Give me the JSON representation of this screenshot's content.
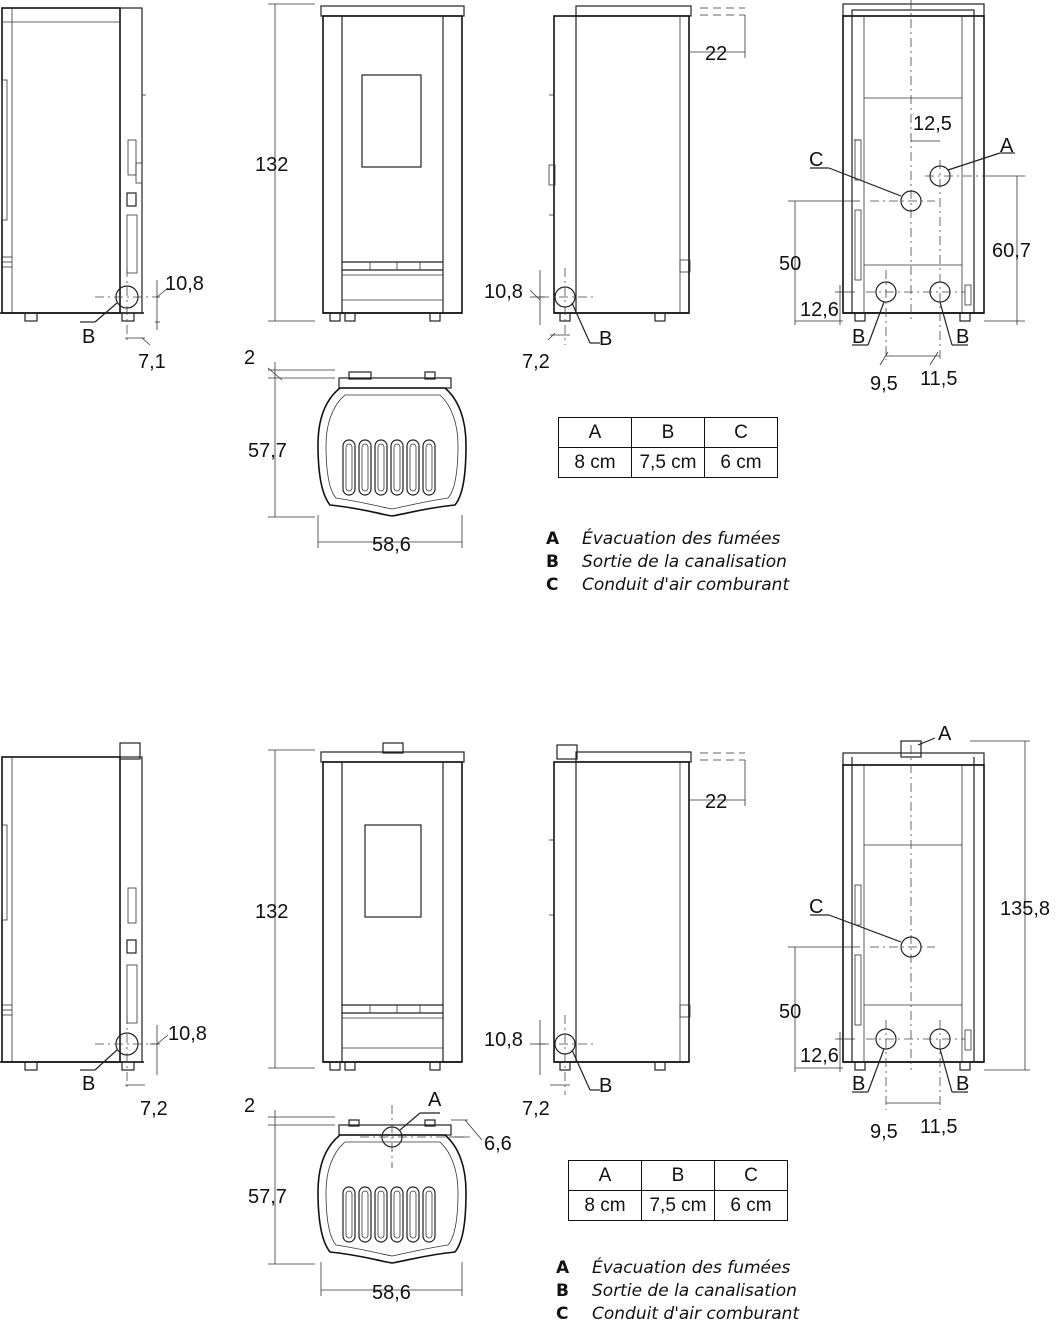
{
  "variant_top": {
    "dimensions": {
      "side_left_a": "10,8",
      "side_left_b": "7,1",
      "front_height": "132",
      "side_right_top": "22",
      "side_right_a": "10,8",
      "side_right_b": "7,2",
      "rear_spacing": "12,5",
      "rear_height_c": "50",
      "rear_height_a": "60,7",
      "rear_bottom": "12,6",
      "rear_x1": "9,5",
      "rear_x2": "11,5",
      "plan_offset": "2",
      "plan_depth": "57,7",
      "plan_width": "58,6"
    },
    "labels": {
      "a": "A",
      "b": "B",
      "c": "C"
    },
    "table": {
      "headers": [
        "A",
        "B",
        "C"
      ],
      "values": [
        "8 cm",
        "7,5 cm",
        "6 cm"
      ]
    },
    "legend": [
      {
        "key": "A",
        "text": "Évacuation des fumées"
      },
      {
        "key": "B",
        "text": "Sortie de la canalisation"
      },
      {
        "key": "C",
        "text": "Conduit d'air comburant"
      }
    ]
  },
  "variant_bottom": {
    "dimensions": {
      "side_left_a": "10,8",
      "side_left_b": "7,2",
      "front_height": "132",
      "side_right_top": "22",
      "side_right_a": "10,8",
      "side_right_b": "7,2",
      "rear_total": "135,8",
      "rear_height_c": "50",
      "rear_bottom": "12,6",
      "rear_x1": "9,5",
      "rear_x2": "11,5",
      "plan_offset": "2",
      "plan_flue": "6,6",
      "plan_depth": "57,7",
      "plan_width": "58,6"
    },
    "labels": {
      "a": "A",
      "b": "B",
      "c": "C"
    },
    "table": {
      "headers": [
        "A",
        "B",
        "C"
      ],
      "values": [
        "8 cm",
        "7,5 cm",
        "6 cm"
      ]
    },
    "legend": [
      {
        "key": "A",
        "text": "Évacuation des fumées"
      },
      {
        "key": "B",
        "text": "Sortie de la canalisation"
      },
      {
        "key": "C",
        "text": "Conduit d'air comburant"
      }
    ]
  }
}
